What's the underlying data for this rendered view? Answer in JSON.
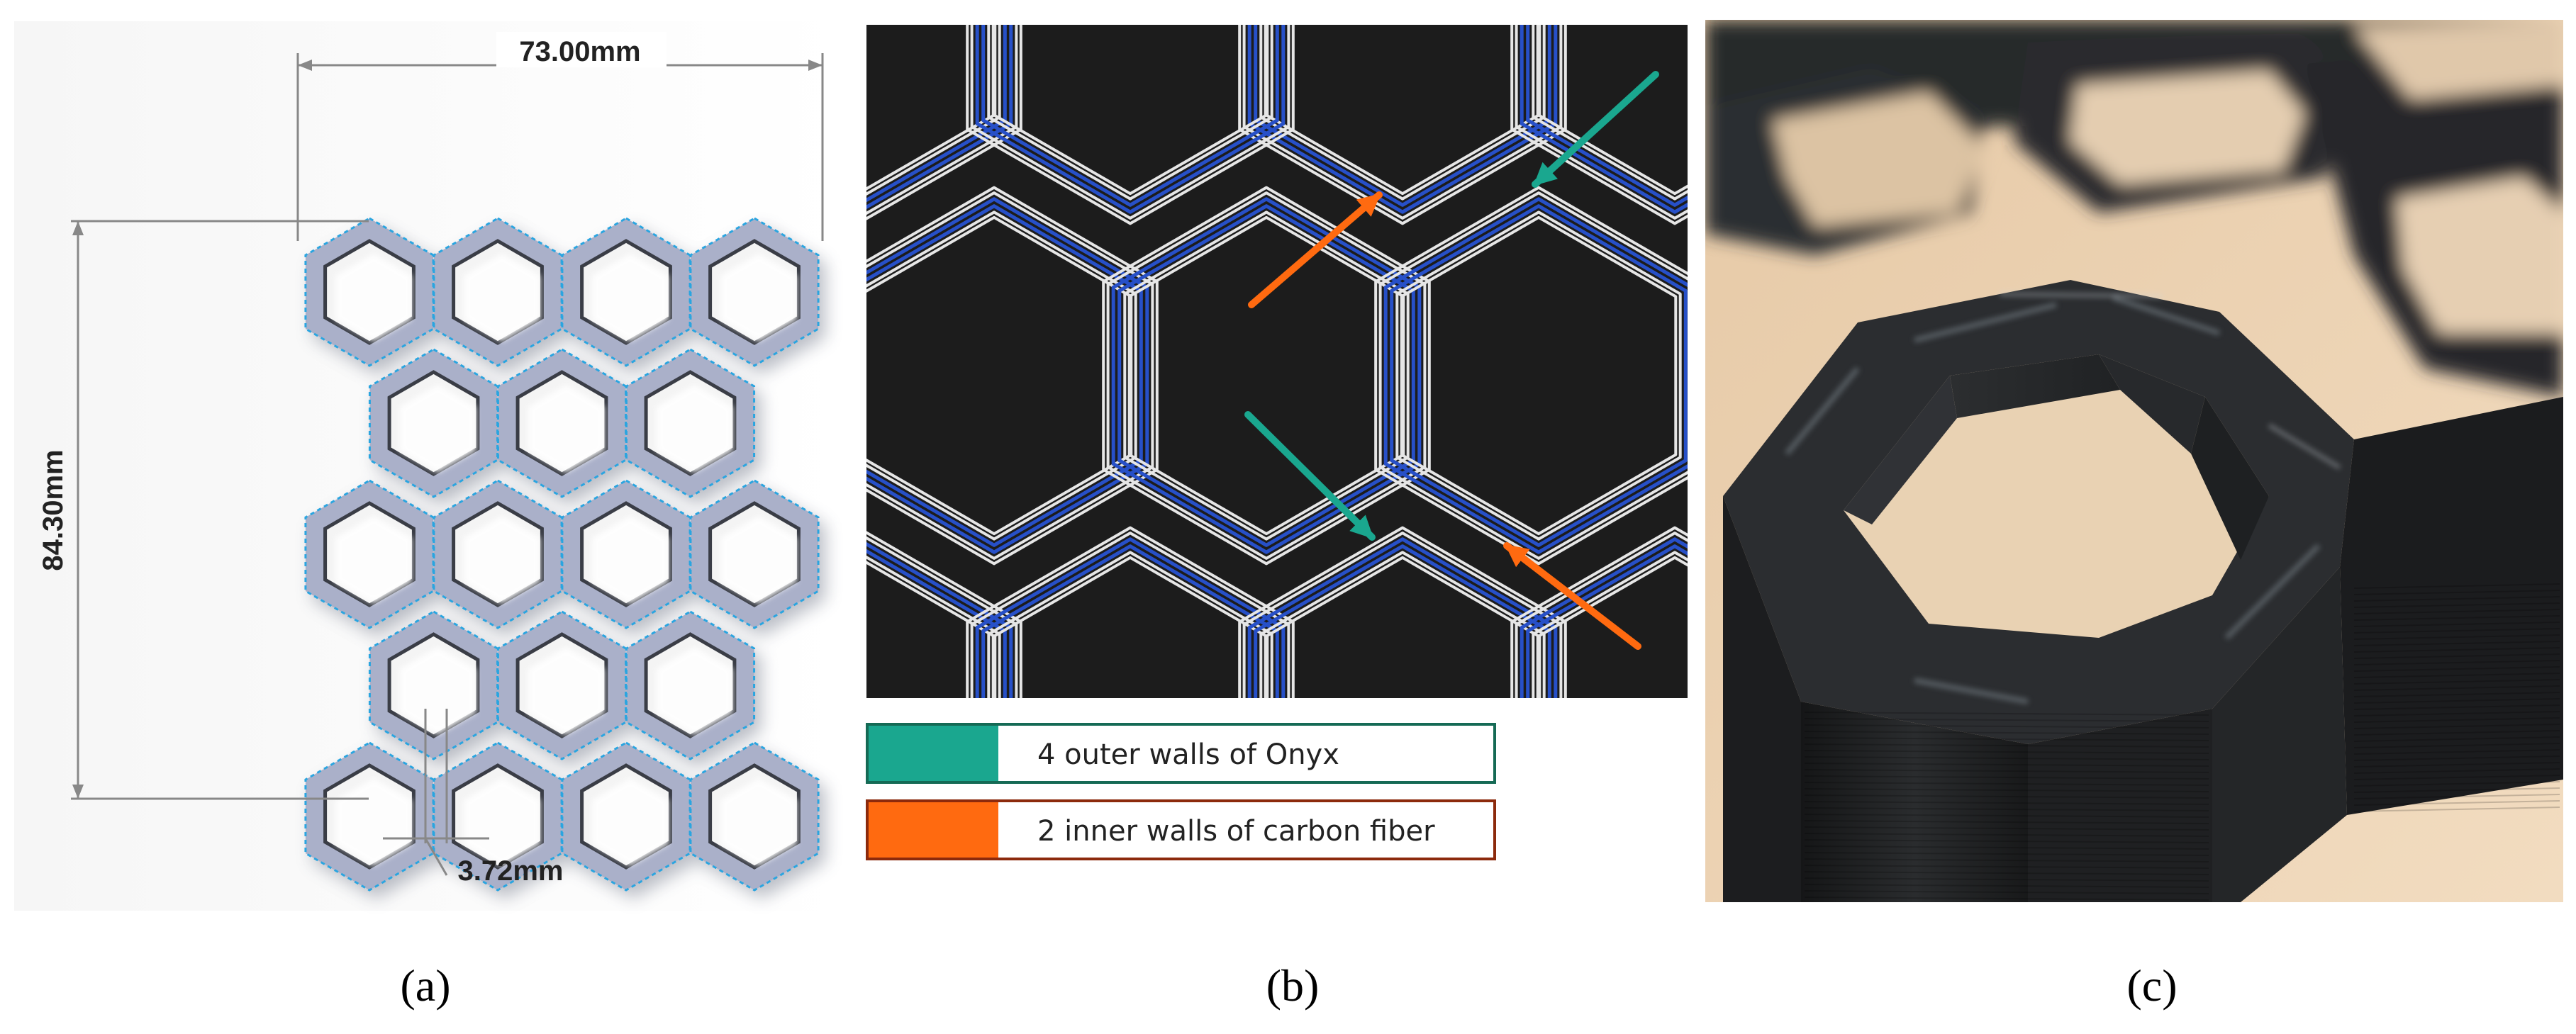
{
  "panel_a": {
    "label": "(a)",
    "dim_width": "73.00mm",
    "dim_height": "84.30mm",
    "dim_wall": "3.72mm"
  },
  "panel_b": {
    "label": "(b)",
    "legend": [
      {
        "text": "4 outer walls of Onyx",
        "color": "#1aa78f",
        "border": "#156a55"
      },
      {
        "text": "2 inner walls of carbon fiber",
        "color": "#ff6a10",
        "border": "#8c2a0c"
      }
    ],
    "colors": {
      "background": "#1c1c1c",
      "outer_wall": "#e6e6e6",
      "inner_wall": "#2750c8",
      "teal_arrow": "#1aa78f",
      "orange_arrow": "#ff6a10"
    }
  },
  "panel_c": {
    "label": "(c)"
  },
  "colors": {
    "part_fill": "#aab0c9",
    "part_edge": "#2aa5e0",
    "dim_line": "#888888"
  }
}
